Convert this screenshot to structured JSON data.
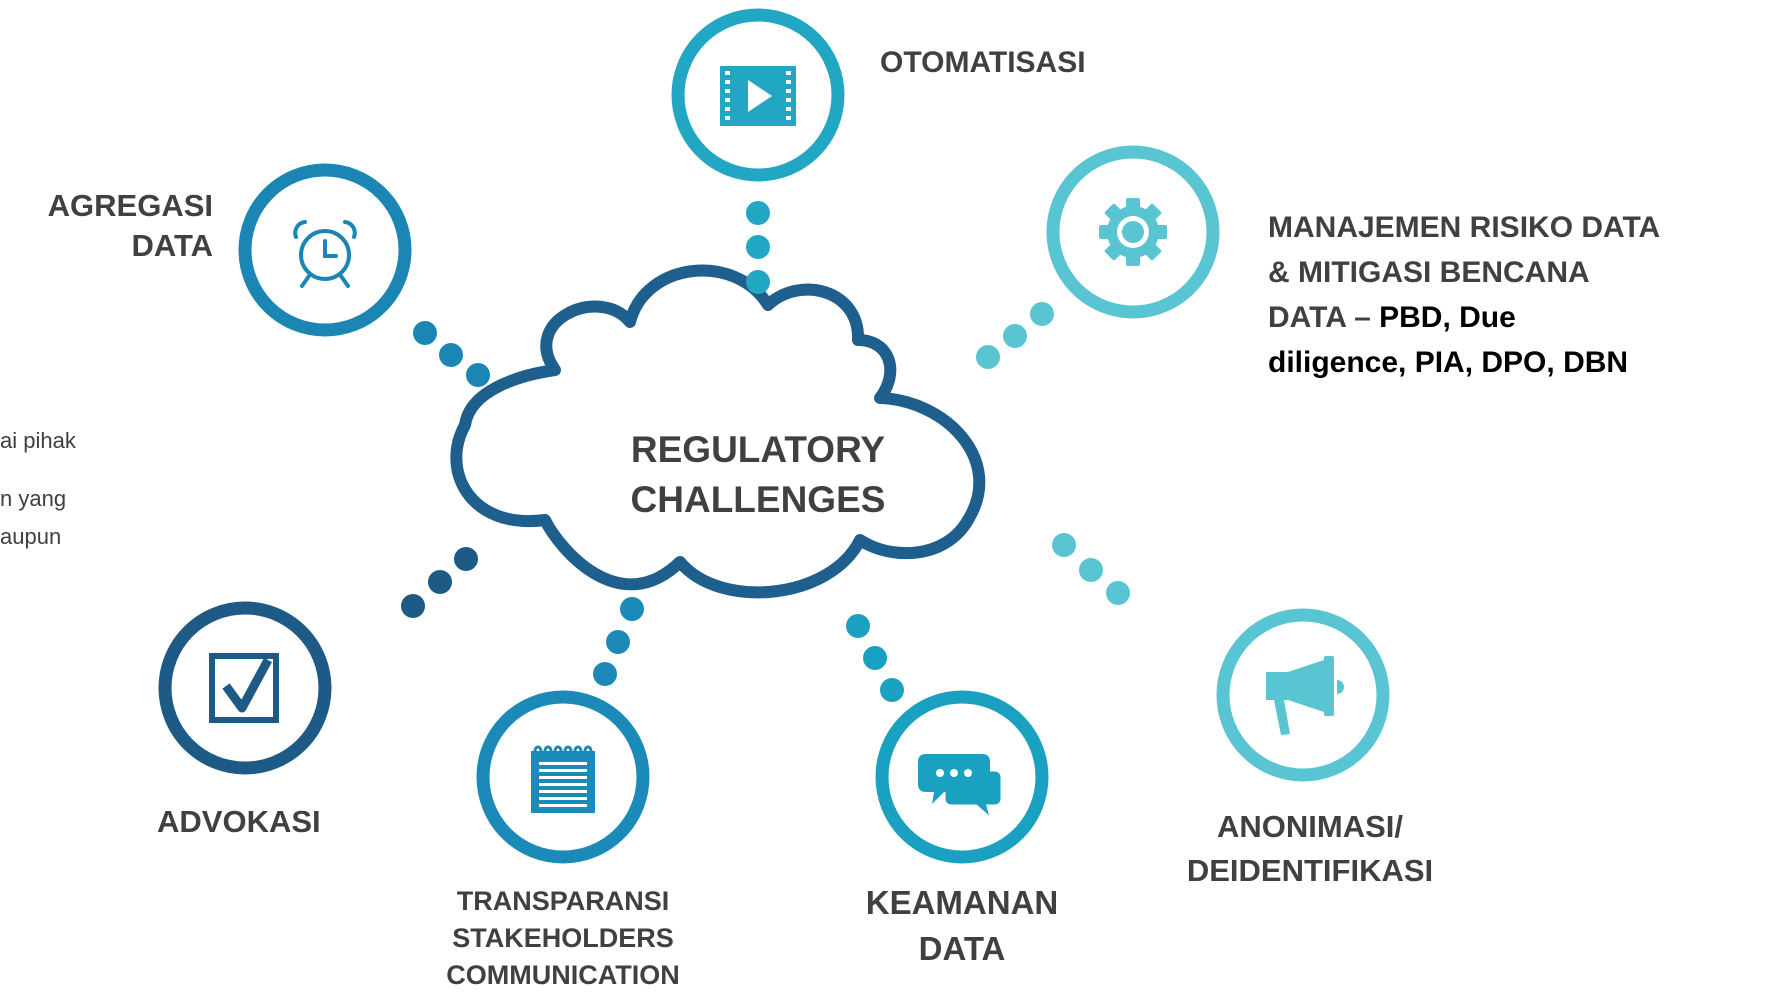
{
  "center": {
    "line1": "REGULATORY",
    "line2": "CHALLENGES"
  },
  "nodes": {
    "otomatisasi": {
      "label": "OTOMATISASI",
      "icon": "video-play-icon"
    },
    "agregasi": {
      "line1": "AGREGASI",
      "line2": "DATA",
      "icon": "alarm-clock-icon"
    },
    "manajemen": {
      "line1": "MANAJEMEN RISIKO DATA",
      "line2": "& MITIGASI BENCANA",
      "line3_a": "DATA – ",
      "line3_b": "PBD, Due",
      "line4": "diligence, PIA, DPO, DBN",
      "icon": "gear-icon"
    },
    "advokasi": {
      "label": "ADVOKASI",
      "icon": "checkbox-icon"
    },
    "transparansi": {
      "line1": "TRANSPARANSI",
      "line2": "STAKEHOLDERS",
      "line3": "COMMUNICATION",
      "icon": "notepad-icon"
    },
    "keamanan": {
      "line1": "KEAMANAN",
      "line2": "DATA",
      "icon": "chat-bubbles-icon"
    },
    "anonimasi": {
      "line1": "ANONIMASI/",
      "line2": "DEIDENTIFIKASI",
      "icon": "megaphone-icon"
    }
  },
  "fragments": {
    "f1": "ai pihak",
    "f2": "n yang",
    "f3": "aupun"
  },
  "colors": {
    "dark_blue": "#1f6a9c",
    "navy": "#1e5a86",
    "mid_blue": "#1b95bd",
    "teal": "#21a6c4",
    "light_teal": "#5ac5d2",
    "text": "#404040"
  }
}
